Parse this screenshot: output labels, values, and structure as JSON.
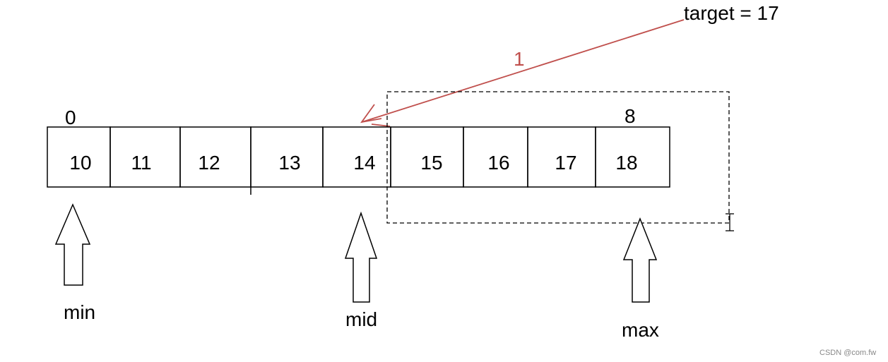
{
  "title": "target = 17",
  "array": {
    "values": [
      "10",
      "11",
      "12",
      "13",
      "14",
      "15",
      "16",
      "17",
      "18"
    ],
    "start_index": "0",
    "end_index": "8"
  },
  "pointers": {
    "min": "min",
    "mid": "mid",
    "max": "max"
  },
  "search_step_label": "1",
  "watermark": "CSDN @com.fw",
  "colors": {
    "search_line": "#c0504d",
    "outline": "#000000"
  }
}
